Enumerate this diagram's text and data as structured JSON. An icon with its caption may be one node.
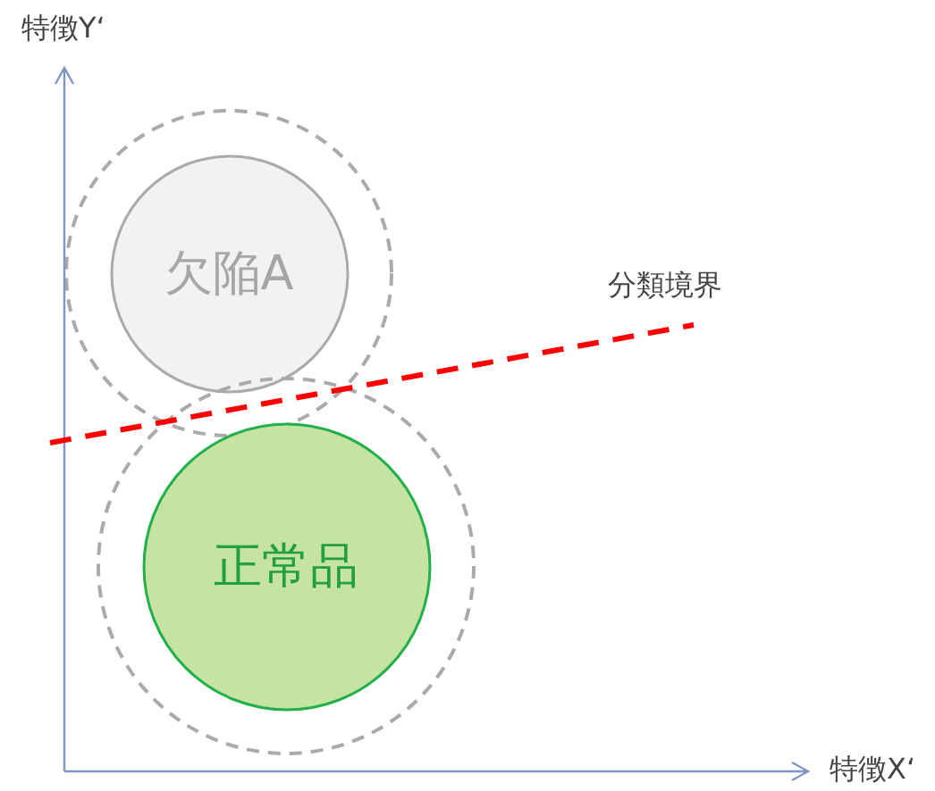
{
  "diagram": {
    "nodes": [
      {
        "text": [],
        "shape": "circle"
      },
      {
        "text": [
          "欠陥A"
        ],
        "in": 0
      },
      {
        "text": [],
        "shape": "circle"
      },
      {
        "text": [
          "正常品"
        ],
        "in": 2
      }
    ],
    "labels": [
      "特徴Y‘",
      "分類境界",
      "特徴X‘"
    ]
  }
}
